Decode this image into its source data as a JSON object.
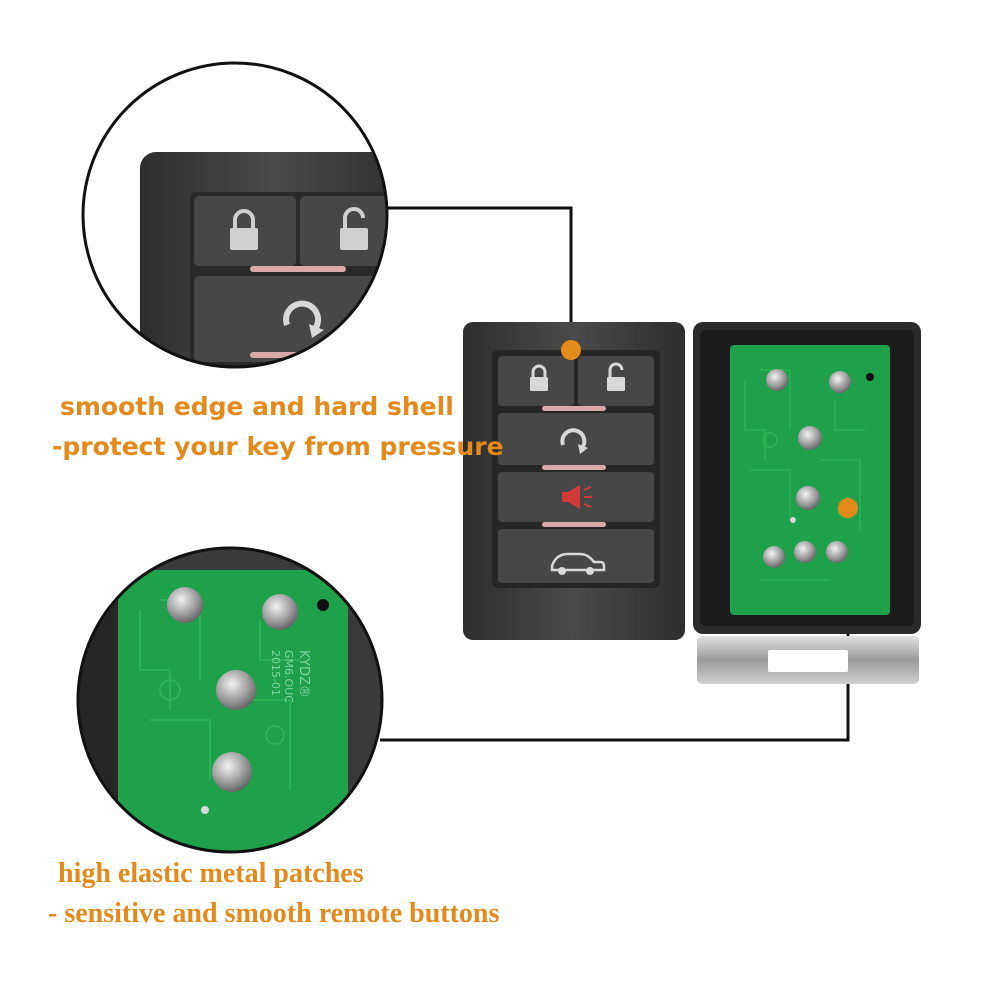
{
  "captions": {
    "shell_title": "smooth edge and hard shell",
    "shell_subtitle": "-protect your key from pressure",
    "patch_title": "high elastic metal patches",
    "patch_subtitle": "- sensitive and smooth remote buttons"
  },
  "pcb_text": {
    "brand": "KYDZ®",
    "model": "GM6.OUC",
    "date": "2015-01"
  },
  "colors": {
    "accent": "#e38a1a",
    "shell": "#3a3a3a",
    "button": "#454545",
    "pcb": "#1fa04a",
    "panic": "#d23a3a",
    "icon": "#d8d8d8"
  },
  "icons": [
    "lock-icon",
    "unlock-icon",
    "remote-start-icon",
    "panic-horn-icon",
    "trunk-icon"
  ]
}
